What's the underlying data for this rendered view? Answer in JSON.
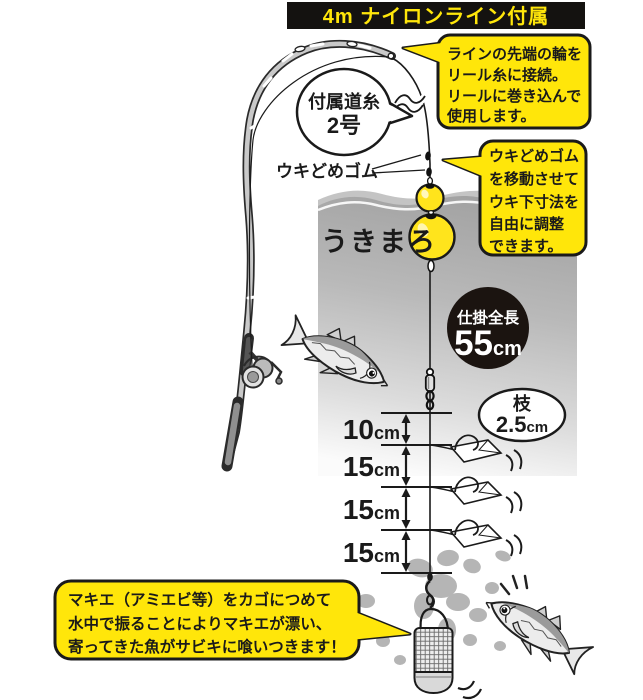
{
  "banner": {
    "text": "4m ナイロンライン付属"
  },
  "bubbles": {
    "reel": {
      "lines": [
        "ラインの先端の輪を",
        "リール糸に接続。",
        "リールに巻き込んで",
        "使用します。"
      ]
    },
    "float": {
      "lines": [
        "ウキどめゴム",
        "を移動させて",
        "ウキ下寸法を",
        "自由に調整",
        "できます。"
      ]
    },
    "cage": {
      "lines": [
        "マキエ（アミエビ等）をカゴにつめて",
        "水中で振ることによりマキエが漂い、",
        "寄ってきた魚がサビキに喰いつきます！"
      ]
    }
  },
  "labels": {
    "line_spec": {
      "line1": "付属道糸",
      "line2": "2号"
    },
    "float_stopper": "ウキどめゴム",
    "brand": "うきまろ",
    "total_length": {
      "title": "仕掛全長",
      "value": "55",
      "unit": "cm"
    },
    "branch": {
      "title": "枝",
      "value": "2.5",
      "unit": "cm"
    }
  },
  "measurements": [
    {
      "value": "10",
      "unit": "cm"
    },
    {
      "value": "15",
      "unit": "cm"
    },
    {
      "value": "15",
      "unit": "cm"
    },
    {
      "value": "15",
      "unit": "cm"
    }
  ],
  "colors": {
    "bubble_yellow": "#ffe60a",
    "float_yellow": "#ffe41c",
    "banner_bg": "#141210",
    "badge_bg": "#1b1410",
    "water_gray": "#a5a5a5",
    "splash_gray": "#b5b5b5"
  }
}
